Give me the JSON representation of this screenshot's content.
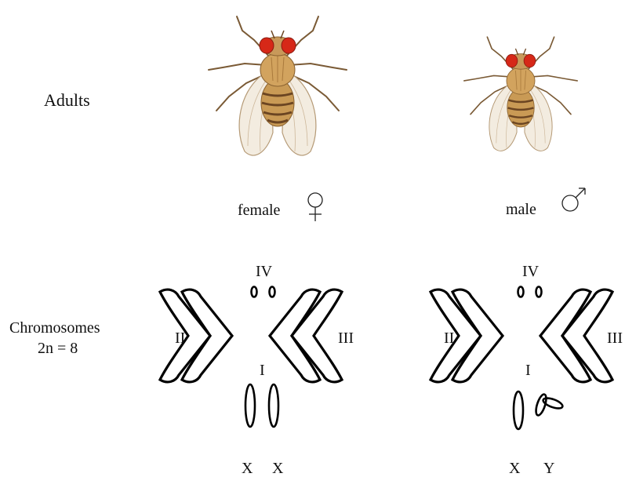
{
  "labels": {
    "adults": "Adults",
    "chromosomes_line1": "Chromosomes",
    "chromosomes_line2": "2n = 8"
  },
  "female": {
    "caption": "female",
    "chr_I": "I",
    "chr_II": "II",
    "chr_III": "III",
    "chr_IV": "IV",
    "sex_left": "X",
    "sex_right": "X"
  },
  "male": {
    "caption": "male",
    "chr_I": "I",
    "chr_II": "II",
    "chr_III": "III",
    "chr_IV": "IV",
    "sex_left": "X",
    "sex_right": "Y"
  },
  "colors": {
    "fly_body": "#c99a55",
    "fly_thorax": "#d2a35e",
    "fly_eye": "#d62818",
    "fly_wing": "#f3ece0",
    "fly_stripe": "#6b4522"
  }
}
